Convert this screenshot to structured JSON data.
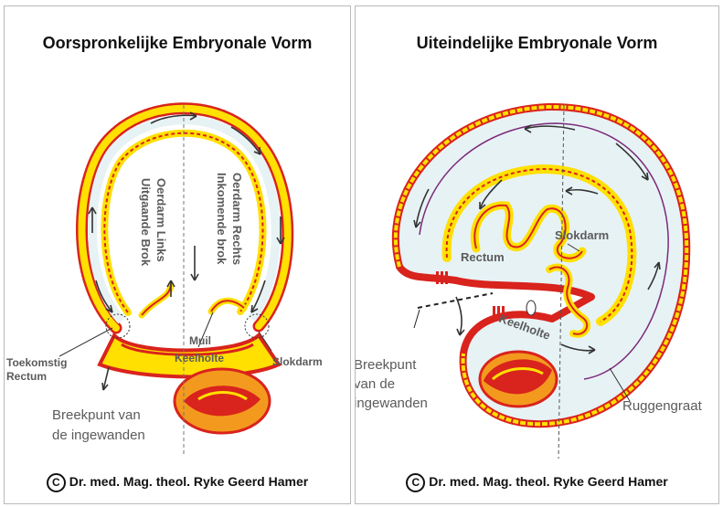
{
  "left_panel": {
    "title": "Oorspronkelijke Embryonale Vorm",
    "labels": {
      "oerdarm_links": "Oerdarm Links",
      "uitgaande_brok": "Uitgaande Brok",
      "oerdarm_rechts": "Oerdarm Rechts",
      "inkomende_brok": "Inkomende brok",
      "muil": "Muil",
      "keelholte": "Keelholte",
      "toekomstig": "Toekomstig",
      "rectum": "Rectum",
      "slokdarm": "Slokdarm",
      "breekpunt_1": "Breekpunt van",
      "breekpunt_2": "de ingewanden"
    },
    "credit": "Dr. med. Mag. theol. Ryke Geerd Hamer"
  },
  "right_panel": {
    "title": "Uiteindelijke Embryonale Vorm",
    "labels": {
      "rectum": "Rectum",
      "slokdarm": "Slokdarm",
      "keelholte": "Keelholte",
      "breekpunt_1": "Breekpunt",
      "breekpunt_2": "van de",
      "breekpunt_3": "ingewanden",
      "ruggengraat": "Ruggengraat"
    },
    "credit": "Dr. med. Mag. theol. Ryke Geerd Hamer"
  },
  "copyright_symbol": "C",
  "colors": {
    "outer_wall": "#d9231d",
    "inner_wall": "#ffe000",
    "cavity": "#e7f2f4",
    "organ_red": "#d9231d",
    "organ_orange": "#f39a1e",
    "label_gray": "#5b5b5b"
  }
}
